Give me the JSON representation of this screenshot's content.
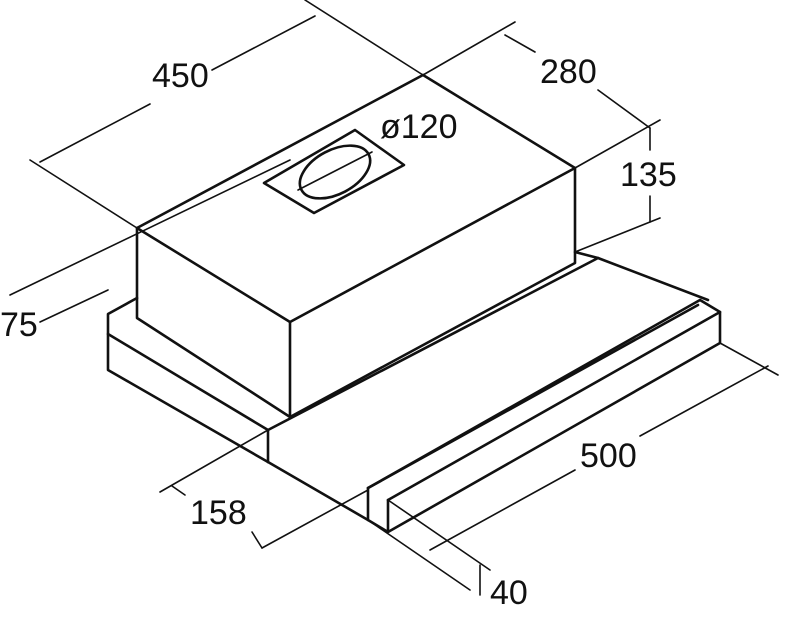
{
  "diagram": {
    "dimensions": {
      "width": "450",
      "depth": "280",
      "duct_diameter": "ø120",
      "height": "135",
      "front_offset": "75",
      "drawer_width": "500",
      "drawer_offset": "158",
      "drawer_thickness": "40"
    },
    "colors": {
      "line": "#111111",
      "background": "#ffffff"
    }
  }
}
